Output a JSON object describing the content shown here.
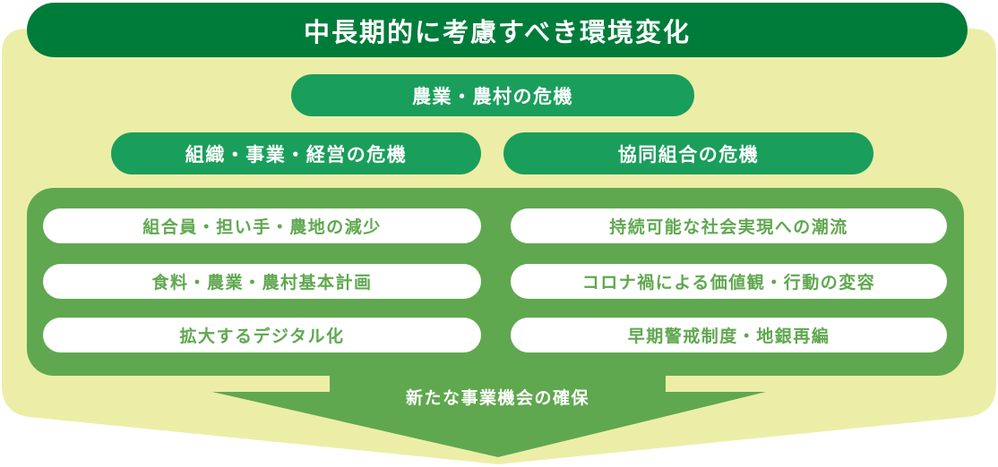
{
  "colors": {
    "background_shape": "#ECEEA8",
    "title_pill": "#007C3A",
    "category_pill": "#1A9E5B",
    "panel": "#5FA84F",
    "item_pill": "#FFFFFF",
    "item_text": "#5FA84F"
  },
  "title": "中長期的に考慮すべき環境変化",
  "categories": {
    "top": "農業・農村の危機",
    "left": "組織・事業・経営の危機",
    "right": "協同組合の危機"
  },
  "items": {
    "left": [
      "組合員・担い手・農地の減少",
      "食料・農業・農村基本計画",
      "拡大するデジタル化"
    ],
    "right": [
      "持続可能な社会実現への潮流",
      "コロナ禍による価値観・行動の変容",
      "早期警戒制度・地銀再編"
    ]
  },
  "outcome": "新たな事業機会の確保"
}
